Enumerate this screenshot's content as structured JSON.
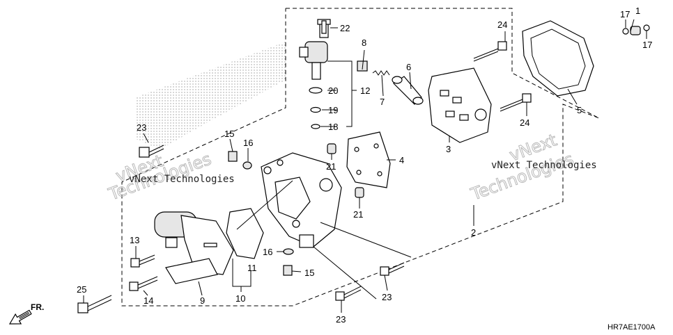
{
  "diagram_code": "HR7AE1700A",
  "direction_label": "FR.",
  "watermark": {
    "line1": "vNext Technologies",
    "line2": "vNext Technologies",
    "big1": "vNext",
    "big2": "Technologies"
  },
  "callouts": [
    {
      "id": "c1",
      "label": "1"
    },
    {
      "id": "c2",
      "label": "2"
    },
    {
      "id": "c3",
      "label": "3"
    },
    {
      "id": "c4",
      "label": "4"
    },
    {
      "id": "c5",
      "label": "5"
    },
    {
      "id": "c6",
      "label": "6"
    },
    {
      "id": "c7",
      "label": "7"
    },
    {
      "id": "c8",
      "label": "8"
    },
    {
      "id": "c9",
      "label": "9"
    },
    {
      "id": "c10",
      "label": "10"
    },
    {
      "id": "c11",
      "label": "11"
    },
    {
      "id": "c12",
      "label": "12"
    },
    {
      "id": "c13",
      "label": "13"
    },
    {
      "id": "c14",
      "label": "14"
    },
    {
      "id": "c15a",
      "label": "15"
    },
    {
      "id": "c15b",
      "label": "15"
    },
    {
      "id": "c16a",
      "label": "16"
    },
    {
      "id": "c16b",
      "label": "16"
    },
    {
      "id": "c17a",
      "label": "17"
    },
    {
      "id": "c17b",
      "label": "17"
    },
    {
      "id": "c18",
      "label": "18"
    },
    {
      "id": "c19",
      "label": "19"
    },
    {
      "id": "c20",
      "label": "20"
    },
    {
      "id": "c21a",
      "label": "21"
    },
    {
      "id": "c21b",
      "label": "21"
    },
    {
      "id": "c22",
      "label": "22"
    },
    {
      "id": "c23a",
      "label": "23"
    },
    {
      "id": "c23b",
      "label": "23"
    },
    {
      "id": "c23c",
      "label": "23"
    },
    {
      "id": "c24a",
      "label": "24"
    },
    {
      "id": "c24b",
      "label": "24"
    },
    {
      "id": "c25",
      "label": "25"
    }
  ]
}
